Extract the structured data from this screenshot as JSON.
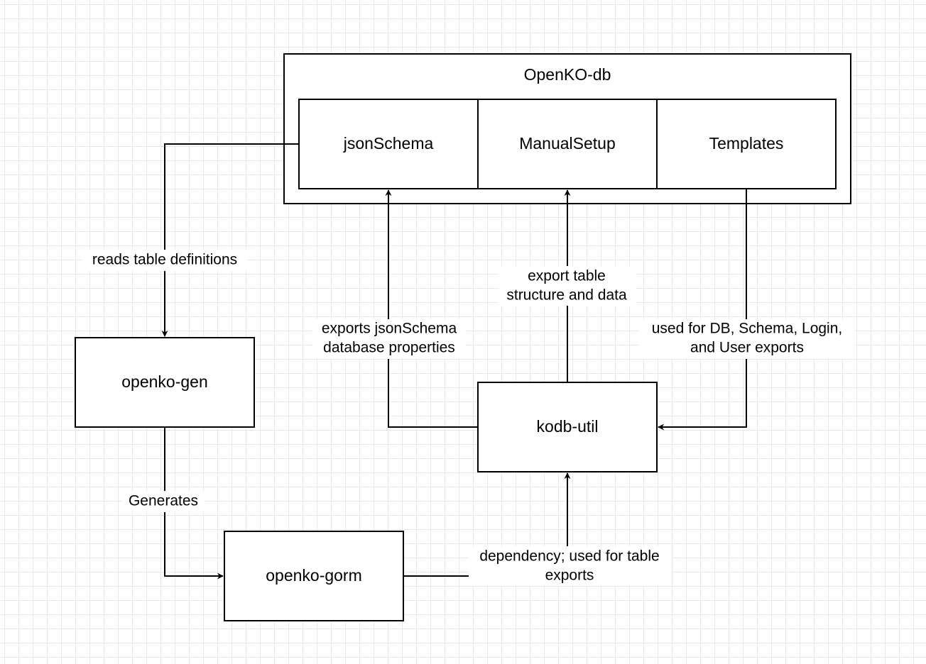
{
  "container": {
    "title": "OpenKO-db"
  },
  "cells": {
    "json_schema": "jsonSchema",
    "manual_setup": "ManualSetup",
    "templates": "Templates"
  },
  "nodes": {
    "openko_gen": "openko-gen",
    "kodb_util": "kodb-util",
    "openko_gorm": "openko-gorm"
  },
  "edges": {
    "reads_table_definitions": [
      "reads table definitions"
    ],
    "generates": [
      "Generates"
    ],
    "exports_json_schema": [
      "exports jsonSchema",
      "database properties"
    ],
    "export_table_structure": [
      "export table",
      "structure and data"
    ],
    "used_for_exports": [
      "used for DB, Schema, Login,",
      "and User exports"
    ],
    "dependency": [
      "dependency; used for table",
      "exports"
    ]
  }
}
